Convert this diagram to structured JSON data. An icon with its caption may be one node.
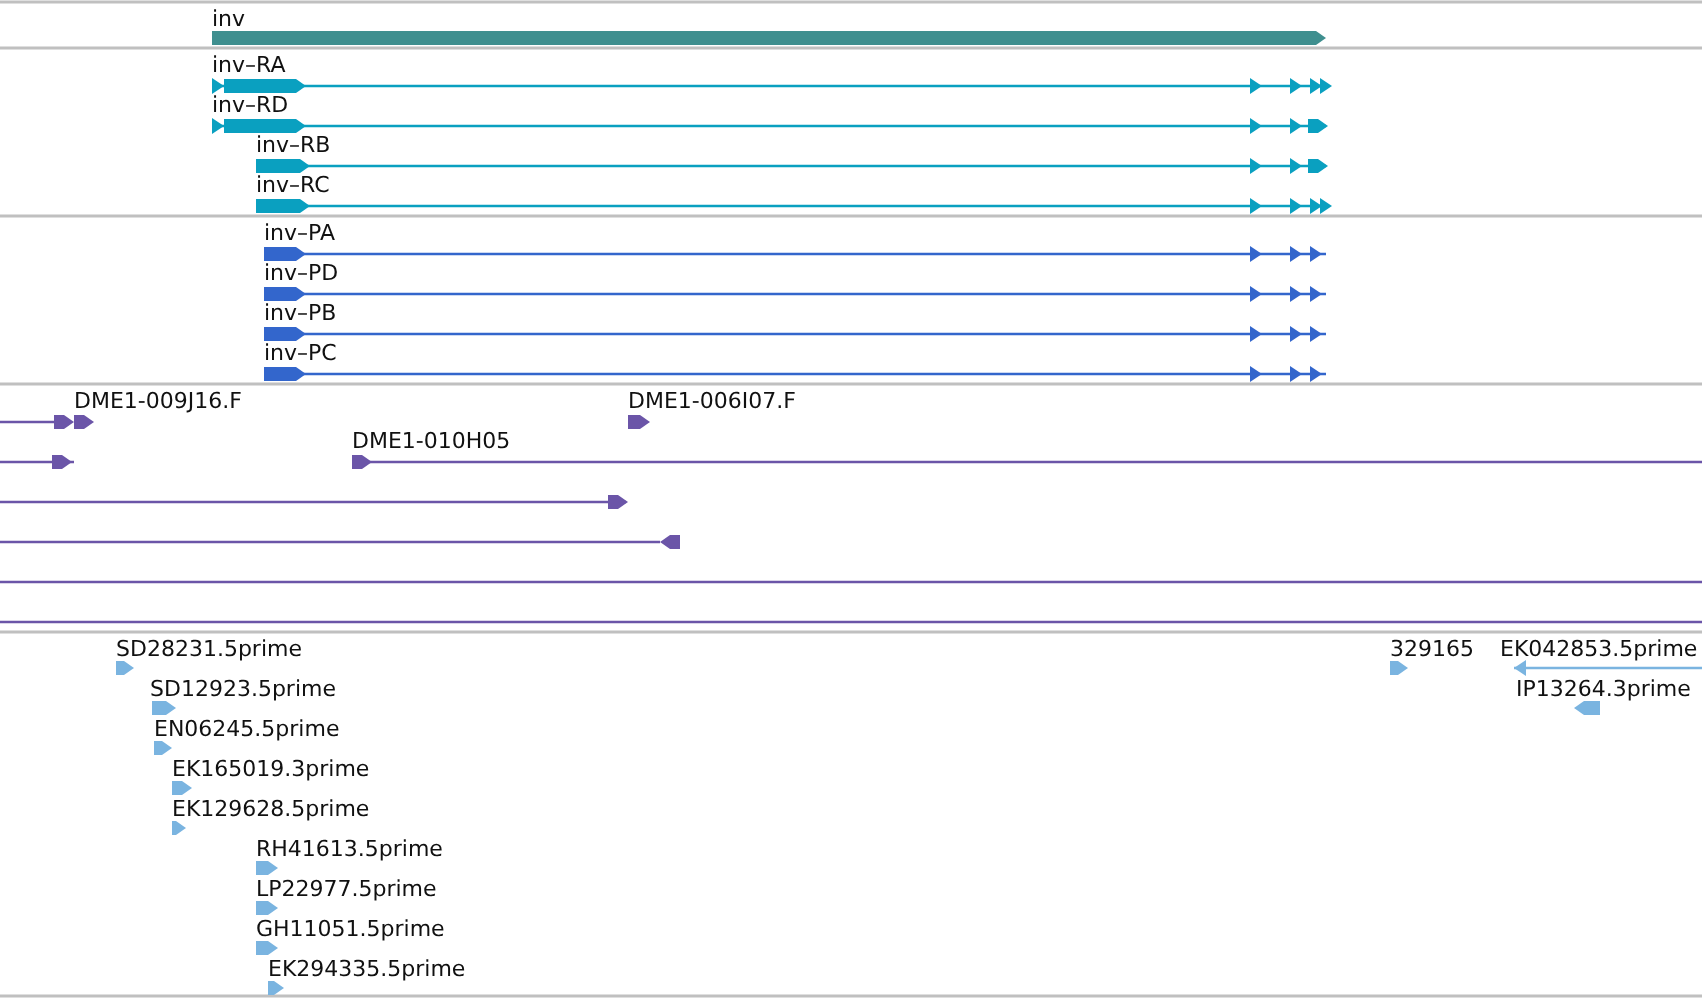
{
  "diagram": {
    "labels": [
      "inv",
      "inv–RA",
      "inv–RD",
      "inv–RB",
      "inv–RC",
      "inv–PA",
      "inv–PD",
      "inv–PB",
      "inv–PC",
      "DME1-009J16.F",
      "DME1-006I07.F",
      "DME1-010H05",
      "SD28231.5prime",
      "SD12923.5prime",
      "EN06245.5prime",
      "EK165019.3prime",
      "EK129628.5prime",
      "RH41613.5prime",
      "LP22977.5prime",
      "GH11051.5prime",
      "EK294335.5prime",
      "329165",
      "EK042853.5prime",
      "IP13264.3prime"
    ]
  }
}
